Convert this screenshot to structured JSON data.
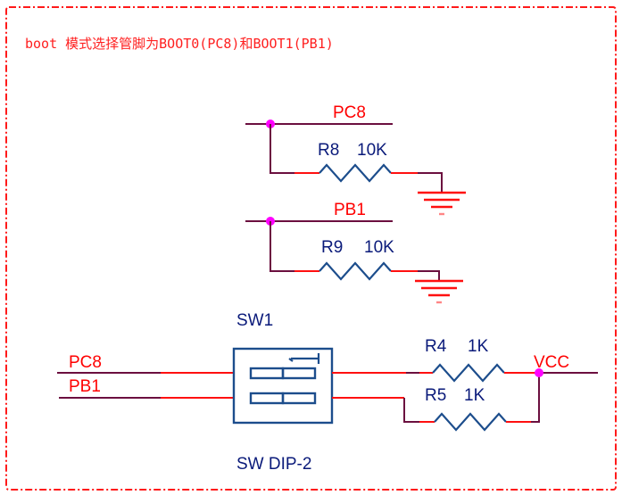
{
  "diagram": {
    "caption": "boot 模式选择管脚为BOOT0(PC8)和BOOT1(PB1)",
    "pulldowns": [
      {
        "net": "PC8",
        "ref": "R8",
        "value": "10K"
      },
      {
        "net": "PB1",
        "ref": "R9",
        "value": "10K"
      }
    ],
    "switch": {
      "ref": "SW1",
      "type": "SW DIP-2",
      "inputs": [
        "PC8",
        "PB1"
      ]
    },
    "pullups": [
      {
        "ref": "R4",
        "value": "1K"
      },
      {
        "ref": "R5",
        "value": "1K"
      }
    ],
    "supply": "VCC",
    "colors": {
      "frame": "#ff1a1a",
      "net_label": "#ff0000",
      "component_label": "#0a1a7a",
      "wire": "#6b0f3f",
      "pin": "#ff1010",
      "component_body": "#1c4d8c",
      "junction": "#ff00ff"
    }
  }
}
